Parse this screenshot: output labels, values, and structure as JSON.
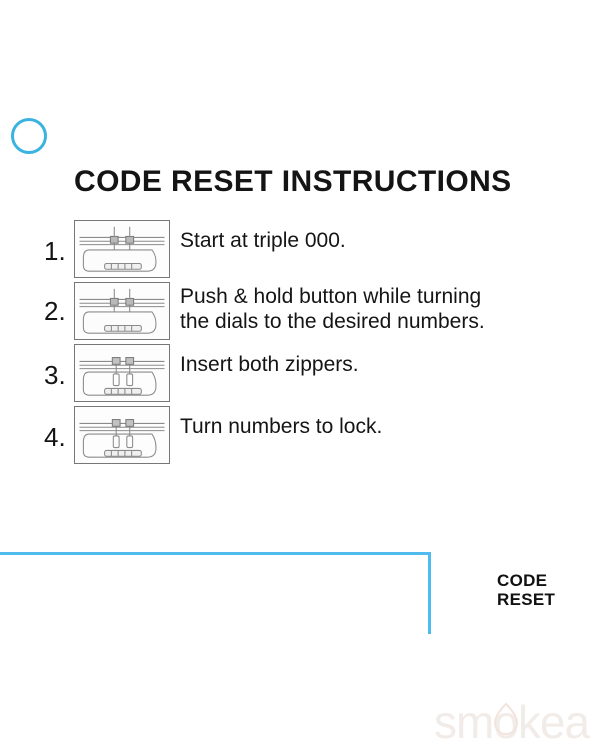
{
  "document": {
    "title": "CODE RESET INSTRUCTIONS",
    "accent_color": "#4fbced",
    "ring_color": "#3ab3e0",
    "text_color": "#141414"
  },
  "steps": [
    {
      "number": "1.",
      "figure": "combination-lock-zippers-out-icon",
      "lines": [
        "Start at triple 000."
      ]
    },
    {
      "number": "2.",
      "figure": "combination-lock-zippers-out-icon",
      "lines": [
        "Push & hold button while turning",
        "the dials to the desired numbers."
      ]
    },
    {
      "number": "3.",
      "figure": "combination-lock-zippers-in-icon",
      "lines": [
        "Insert both zippers."
      ]
    },
    {
      "number": "4.",
      "figure": "combination-lock-zippers-in-icon",
      "lines": [
        "Turn numbers to lock."
      ]
    }
  ],
  "badge": {
    "line1": "CODE",
    "line2": "RESET"
  },
  "watermark": {
    "text": "smokea"
  }
}
